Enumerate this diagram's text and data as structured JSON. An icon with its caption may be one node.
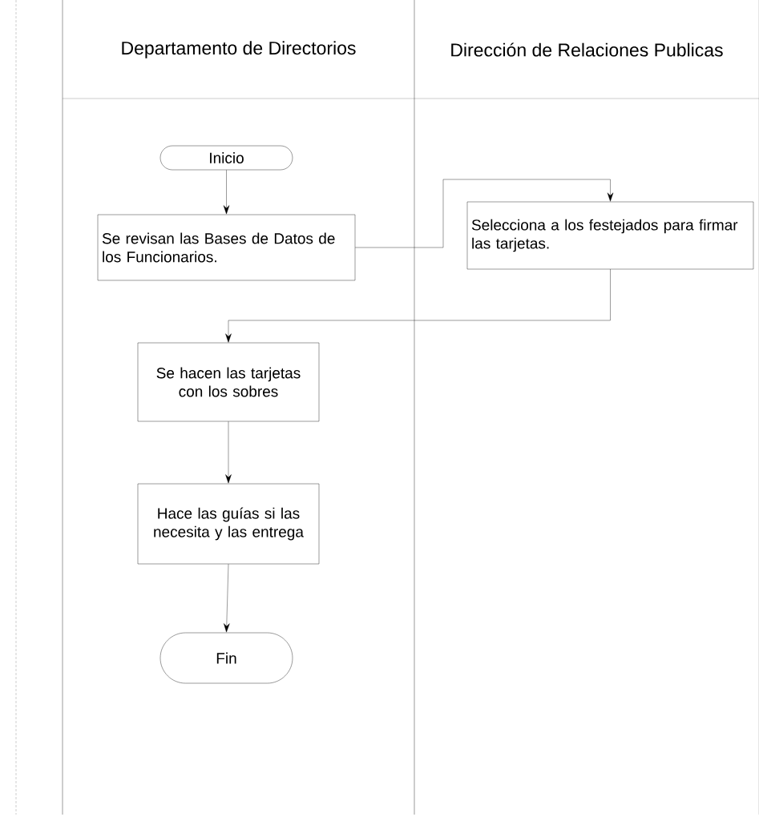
{
  "diagram": {
    "nodes": [
      {
        "text": [
          "Departamento de Directorios"
        ]
      },
      {
        "text": [
          "Dirección de Relaciones Publicas"
        ]
      },
      {
        "text": [
          "Inicio"
        ],
        "in": 0
      },
      {
        "text": [
          "Se revisan las Bases de Datos de los Funcionarios."
        ],
        "in": 0
      },
      {
        "text": [
          "Selecciona a los festejados para firmar las tarjetas."
        ],
        "in": 1
      },
      {
        "text": [
          "Se hacen las tarjetas con los sobres"
        ],
        "in": 0
      },
      {
        "text": [
          "Hace las guías si las necesita y las entrega"
        ],
        "in": 0
      },
      {
        "text": [
          "Fin"
        ],
        "in": 0
      }
    ],
    "edges": [
      {
        "from": 2,
        "to": 3,
        "arrow": "to"
      },
      {
        "from": 3,
        "to": 4,
        "arrow": "to"
      },
      {
        "from": 4,
        "to": 5,
        "arrow": "to"
      },
      {
        "from": 5,
        "to": 6,
        "arrow": "to"
      },
      {
        "from": 6,
        "to": 7,
        "arrow": "to"
      }
    ]
  }
}
